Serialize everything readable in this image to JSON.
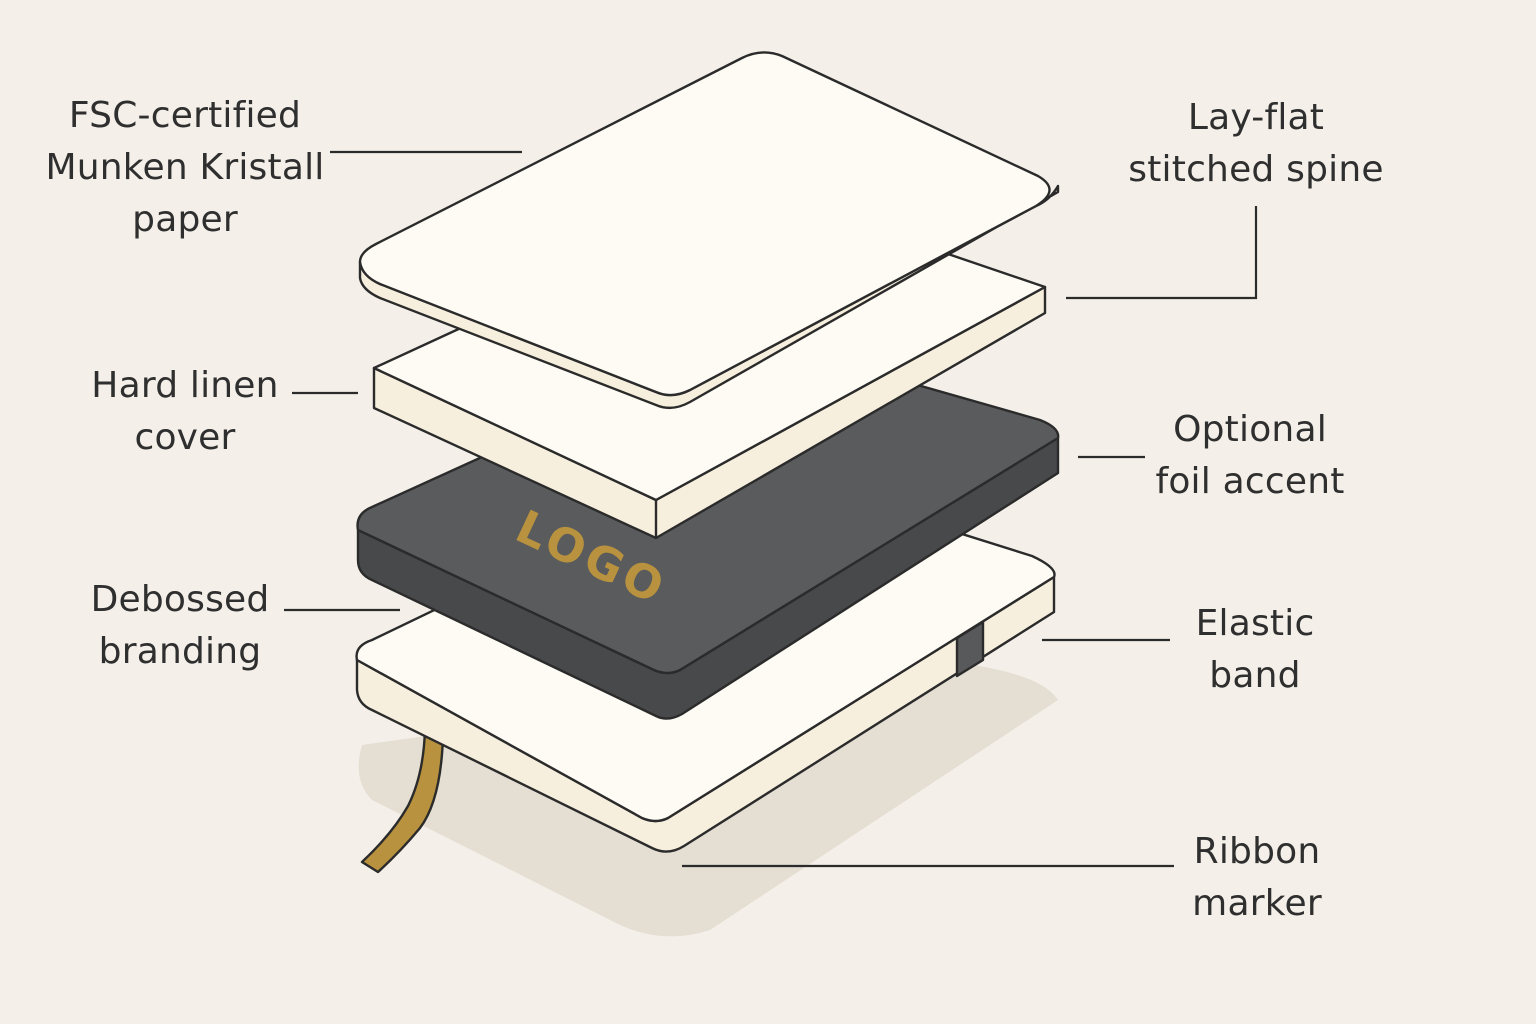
{
  "labels": {
    "paper": [
      "FSC-certified",
      "Munken Kristall",
      "paper"
    ],
    "spine": [
      "Lay-flat",
      "stitched spine"
    ],
    "cover": [
      "Hard linen",
      "cover"
    ],
    "foil": [
      "Optional",
      "foil accent"
    ],
    "branding": [
      "Debossed",
      "branding"
    ],
    "elastic": [
      "Elastic",
      "band"
    ],
    "ribbon": [
      "Ribbon",
      "marker"
    ]
  },
  "logo_text": "LOGO",
  "colors": {
    "background": "#f4f0e9",
    "page_top": "#fdfbf4",
    "page_side": "#f7efde",
    "cover_top": "#5a5b5d",
    "cover_side": "#48494b",
    "foil_gold": "#b8923e",
    "outline": "#2b2b2b",
    "shadow": "#e3ddd2"
  }
}
